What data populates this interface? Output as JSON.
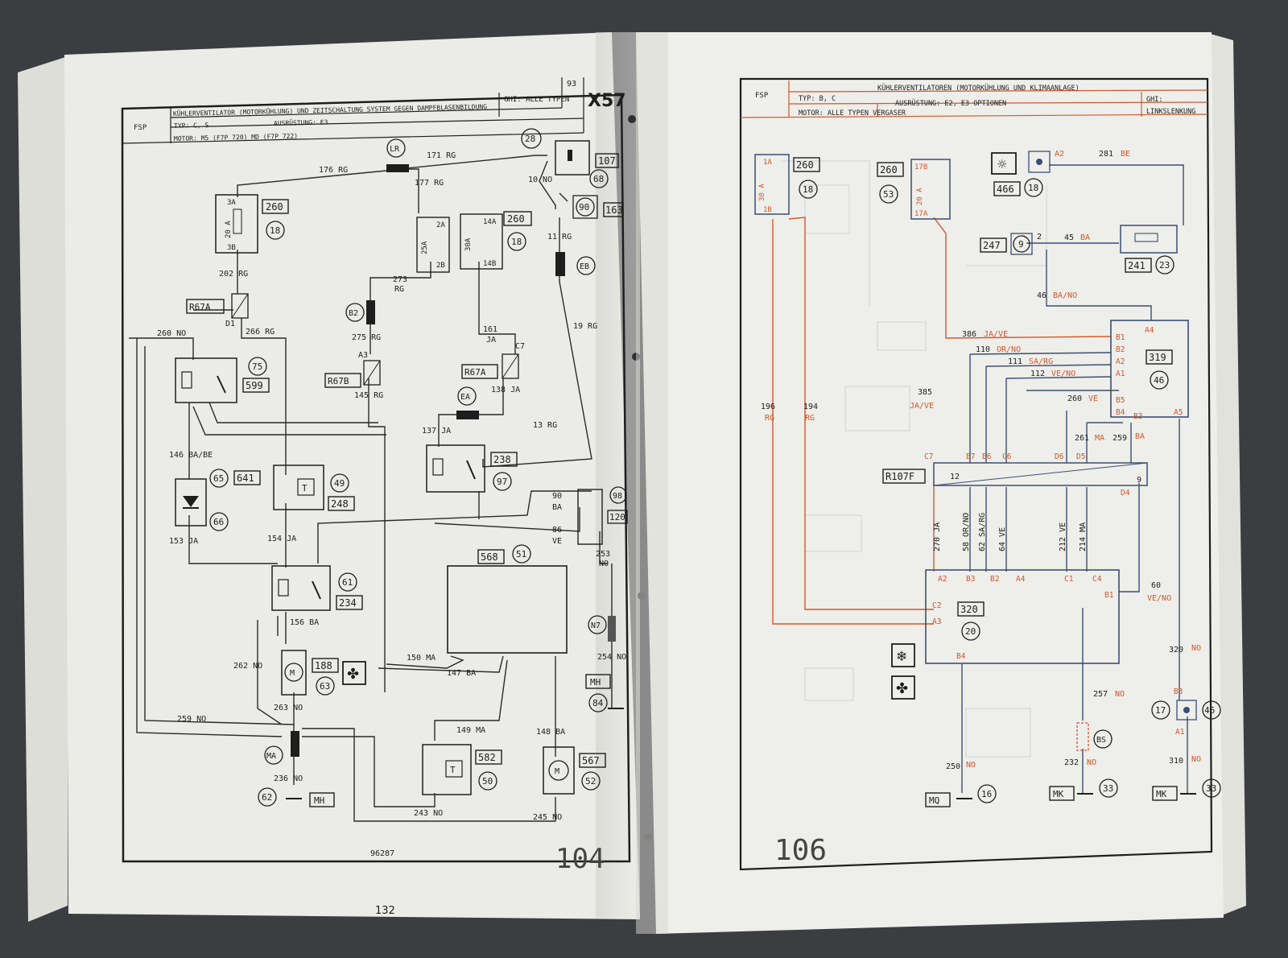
{
  "left_page": {
    "header": {
      "fsp": "FSP",
      "title": "KÜHLERVENTILATOR (MOTORKÜHLUNG) UND ZEITSCHALTUNG SYSTEM GEGEN DAMPFBLASENBILDUNG",
      "page_code": "93",
      "type_line": "TYP: C, S",
      "equipment_line": "AUSRÜSTUNG: E3",
      "motor_line": "MOTOR: M5 (F7P 720)  MD (F7P 722)",
      "ghi_line": "GHI: ALLE TYPEN",
      "section_code": "X57"
    },
    "components": {
      "fuse_260": "260",
      "fuse_260_loc": "18",
      "fuse_rating": "20 A",
      "fuse_top": "3A",
      "fuse_bottom": "3B",
      "relay_block": "260",
      "relay_block_loc": "18",
      "f25": "25A",
      "f30": "30A",
      "f2a": "2A",
      "f2b": "2B",
      "f14a": "14A",
      "f14b": "14B",
      "battery": "107",
      "battery_loc": "68",
      "node_28": "28",
      "c90": "90",
      "c163": "163",
      "relay_599": "599",
      "relay_599_loc": "75",
      "diode_641": "641",
      "diode_641_loc": "65",
      "diode_66": "66",
      "sw_248": "248",
      "sw_248_loc": "49",
      "relay_238": "238",
      "relay_238_loc": "97",
      "relay_234": "234",
      "relay_234_loc": "61",
      "motor_188": "188",
      "motor_188_loc": "63",
      "ecu_568": "568",
      "ecu_568_loc": "51",
      "sw_582": "582",
      "sw_582_loc": "50",
      "motor_567": "567",
      "motor_567_loc": "52",
      "conn_98": "98",
      "conn_120": "120",
      "ground_mh": "MH",
      "ground_loc_62": "62",
      "ground_loc_84": "84",
      "r67a_1": "R67A",
      "r67a_2": "R67A",
      "r67b": "R67B",
      "c_lr": "LR",
      "c_eb": "EB",
      "c_b2": "B2",
      "c_ea": "EA",
      "c_ma": "MA",
      "c_n7": "N7",
      "d1": "D1",
      "a3": "A3",
      "c7": "C7"
    },
    "wires": {
      "w176": "176 RG",
      "w171": "171 RG",
      "w177": "177 RG",
      "w10": "10 NO",
      "w11": "11 RG",
      "w202": "202 RG",
      "w273": "273",
      "w273b": "RG",
      "w275": "275 RG",
      "w161": "161",
      "w161b": "JA",
      "w260": "260 NO",
      "w266": "266 RG",
      "w19": "19 RG",
      "w145": "145 RG",
      "w138": "138 JA",
      "w137": "137 JA",
      "w13": "13 RG",
      "w146": "146 BA/BE",
      "w153": "153 JA",
      "w154": "154 JA",
      "w90": "90",
      "w90b": "BA",
      "w86": "86",
      "w86b": "VE",
      "w253": "253",
      "w253b": "NO",
      "w156": "156 BA",
      "w262": "262 NO",
      "w263": "263 NO",
      "w150": "150 MA",
      "w147": "147 BA",
      "w254": "254 NO",
      "w259": "259 NO",
      "w149": "149 MA",
      "w148": "148 BA",
      "w236": "236 NO",
      "w243": "243 NO",
      "w245": "245 NO"
    },
    "footer": {
      "ref": "96287",
      "diagram_no": "104",
      "page_number": "132"
    }
  },
  "right_page": {
    "header": {
      "fsp": "FSP",
      "title": "KÜHLERVENTILATOREN (MOTORKÜHLUNG UND KLIMAANLAGE)",
      "type_line": "TYP: B, C",
      "equipment_line": "AUSRÜSTUNG: E2, E3 OPTIONEN",
      "motor_line": "MOTOR: ALLE TYPEN VERGASER",
      "ghi_line": "GHI:",
      "steer_line": "LINKSLENKUNG"
    },
    "components": {
      "fuse_260a": "260",
      "fuse_260a_loc": "18",
      "fuse_30": "30 A",
      "f1a": "1A",
      "f1b": "1B",
      "fuse_260b": "260",
      "fuse_260b_loc": "53",
      "fuse_20": "20 A",
      "f17b": "17B",
      "f17a": "17A",
      "lamp_466": "466",
      "lamp_466_loc": "18",
      "pin_a2": "A2",
      "sensor_247": "247",
      "sensor_247_loc": "9",
      "pin_2": "2",
      "res_241": "241",
      "res_241_loc": "23",
      "ecu_319": "319",
      "ecu_319_loc": "46",
      "conn_r107f": "R107F",
      "pin_12": "12",
      "pin_9": "9",
      "ecu_320": "320",
      "ecu_320_loc": "20",
      "ground_mq": "MQ",
      "ground_mq_loc": "16",
      "ground_mk1": "MK",
      "ground_mk1_loc": "33",
      "ground_mk2": "MK",
      "ground_mk2_loc": "33",
      "conn_bs": "BS",
      "node_17": "17",
      "node_46": "46"
    },
    "wires": {
      "w281": "281",
      "w281c": "BE",
      "w45": "45",
      "w45c": "BA",
      "w46": "46",
      "w46c": "BA/NO",
      "w386": "386",
      "w386c": "JA/VE",
      "w110": "110",
      "w110c": "OR/NO",
      "w111": "111",
      "w111c": "SA/RG",
      "w112": "112",
      "w112c": "VE/NO",
      "w385": "385",
      "w385c": "JA/VE",
      "w260": "260",
      "w260c": "VE",
      "w261": "261",
      "w261c": "MA",
      "w259": "259",
      "w259c": "BA",
      "w196": "196",
      "w196c": "RG",
      "w194": "194",
      "w194c": "RG",
      "w270": "270 JA",
      "w58": "58 OR/NO",
      "w62": "62 SA/RG",
      "w64": "64 VE",
      "w212": "212 VE",
      "w214": "214 MA",
      "w60": "60",
      "w60c": "VE/NO",
      "w320": "320",
      "w320c": "NO",
      "w257": "257",
      "w257c": "NO",
      "w250": "250",
      "w250c": "NO",
      "w232": "232",
      "w232c": "NO",
      "w310": "310",
      "w310c": "NO"
    },
    "pins": {
      "b1": "B1",
      "b2": "B2",
      "a2": "A2",
      "a1": "A1",
      "b5": "B5",
      "b4": "B4",
      "b3": "B3",
      "a5": "A5",
      "a4": "A4",
      "c7": "C7",
      "b7": "B7",
      "b6": "B6",
      "c6": "C6",
      "d6": "D6",
      "d5": "D5",
      "d4": "D4",
      "e_a2": "A2",
      "e_b3": "B3",
      "e_b2": "B2",
      "e_a4": "A4",
      "e_c1": "C1",
      "e_c4": "C4",
      "e_b1": "B1",
      "e_c2": "C2",
      "e_a3": "A3",
      "e_b4": "B4",
      "n_b3": "B3",
      "n_a1": "A1"
    },
    "footer": {
      "diagram_no": "106"
    }
  },
  "colors": {
    "ink": "#1e1e1e",
    "orange": "#d0582a",
    "blue": "#3a4f72",
    "paper_left": "#ebebe7",
    "paper_right": "#eeeeea"
  }
}
